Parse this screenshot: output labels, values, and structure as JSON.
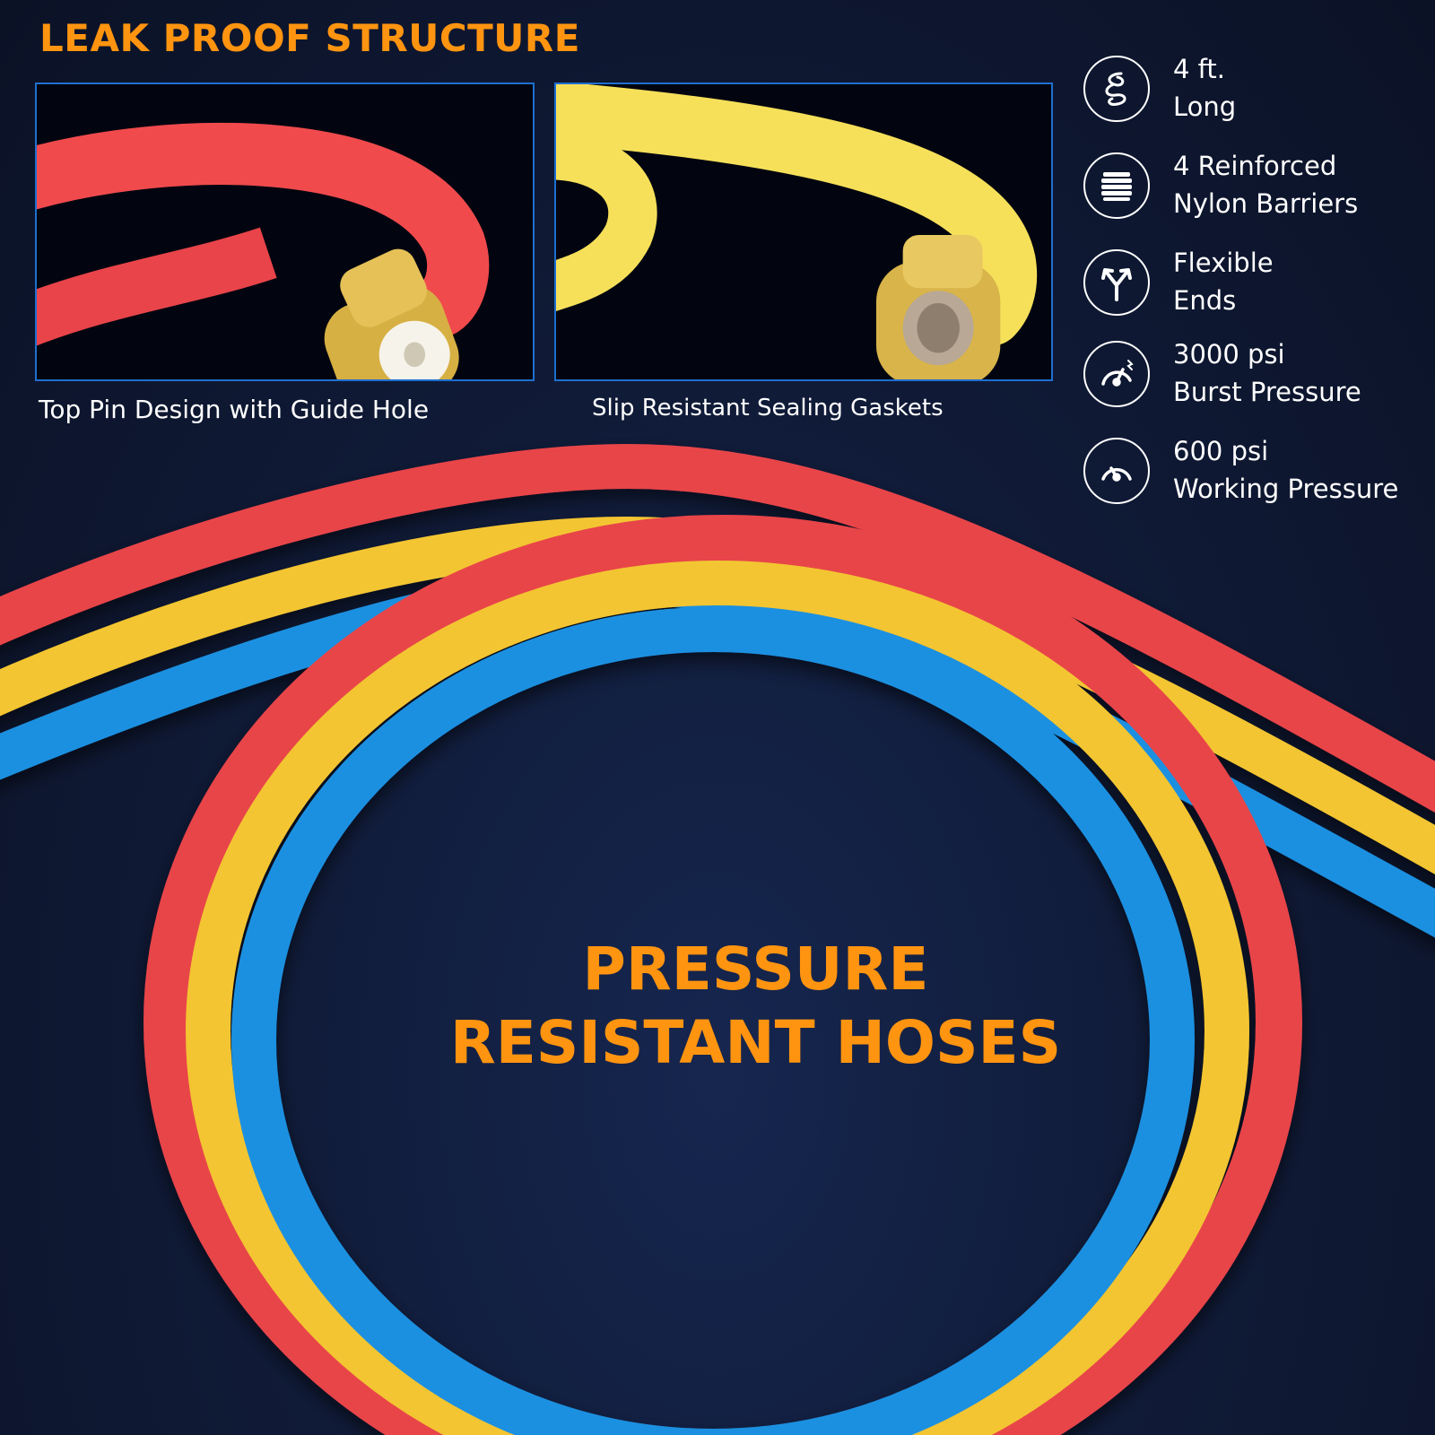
{
  "hero_title": "LEAK PROOF STRUCTURE",
  "panels": [
    {
      "caption": "Top Pin Design with Guide Hole",
      "hose_color": "#f04a4d"
    },
    {
      "caption": "Slip Resistant Sealing Gaskets",
      "hose_color": "#f6e05a"
    }
  ],
  "specs": [
    {
      "line1": "4 ft.",
      "line2": "Long",
      "icon": "coiled-hose-icon"
    },
    {
      "line1": "4 Reinforced",
      "line2": "Nylon Barriers",
      "icon": "layers-icon"
    },
    {
      "line1": "Flexible",
      "line2": "Ends",
      "icon": "split-arrows-icon"
    },
    {
      "line1": "3000 psi",
      "line2": "Burst Pressure",
      "icon": "burst-gauge-icon"
    },
    {
      "line1": "600 psi",
      "line2": "Working Pressure",
      "icon": "gauge-icon"
    }
  ],
  "center_title": {
    "line1": "PRESSURE",
    "line2": "RESISTANT HOSES"
  },
  "colors": {
    "accent": "#ff9410",
    "background": "#0f1a36",
    "hose_red": "#e8444a",
    "hose_yellow": "#f3c530",
    "hose_blue": "#1e90e0",
    "frame": "#1f6fd0"
  }
}
